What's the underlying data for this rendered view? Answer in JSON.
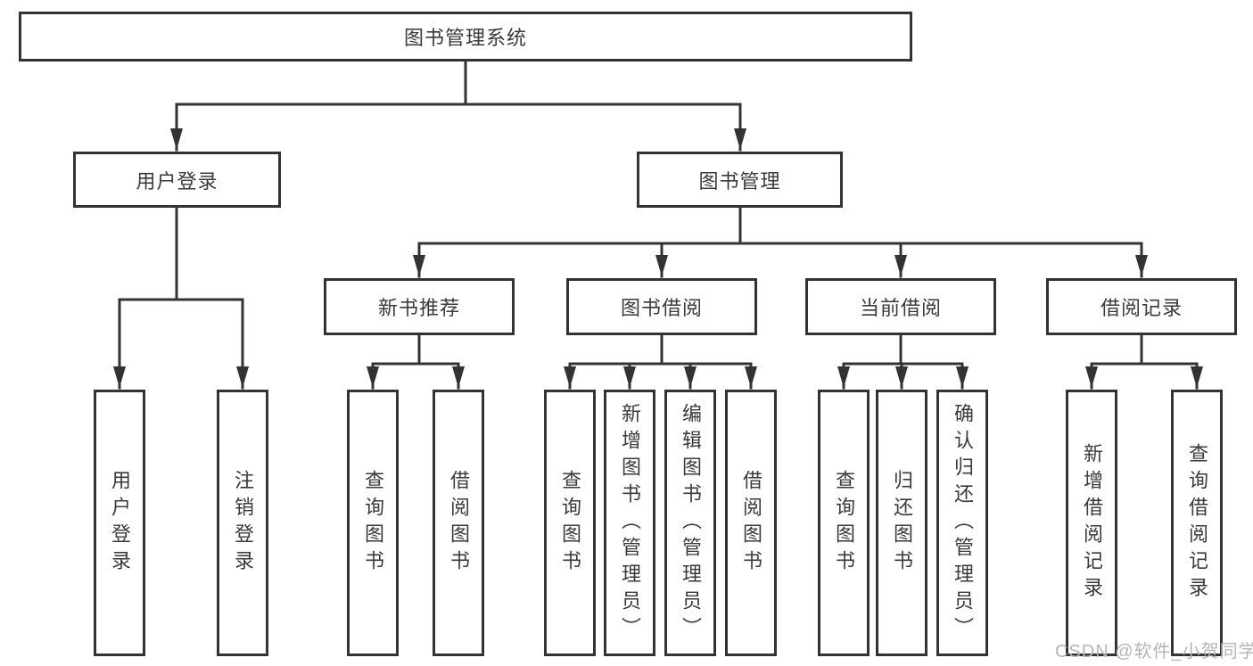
{
  "diagram": {
    "title": "图书管理系统",
    "root": {
      "label": "图书管理系统"
    },
    "level2": [
      {
        "id": "user-login",
        "label": "用户登录",
        "parent": "图书管理系统"
      },
      {
        "id": "book-management",
        "label": "图书管理",
        "parent": "图书管理系统"
      }
    ],
    "level3": [
      {
        "id": "new-book-recommend",
        "label": "新书推荐",
        "parent": "图书管理"
      },
      {
        "id": "book-borrow",
        "label": "图书借阅",
        "parent": "图书管理"
      },
      {
        "id": "current-borrow",
        "label": "当前借阅",
        "parent": "图书管理"
      },
      {
        "id": "borrow-records",
        "label": "借阅记录",
        "parent": "图书管理"
      }
    ],
    "leaves": [
      {
        "id": "user-login-leaf",
        "label": "用户登录",
        "parent": "用户登录"
      },
      {
        "id": "logout",
        "label": "注销登录",
        "parent": "用户登录"
      },
      {
        "id": "query-book-recommend",
        "label": "查询图书",
        "parent": "新书推荐"
      },
      {
        "id": "borrow-book-recommend",
        "label": "借阅图书",
        "parent": "新书推荐"
      },
      {
        "id": "query-book-borrow",
        "label": "查询图书",
        "parent": "图书借阅"
      },
      {
        "id": "add-book-admin",
        "label": "新增图书（管理员）",
        "parent": "图书借阅"
      },
      {
        "id": "edit-book-admin",
        "label": "编辑图书（管理员）",
        "parent": "图书借阅"
      },
      {
        "id": "borrow-book",
        "label": "借阅图书",
        "parent": "图书借阅"
      },
      {
        "id": "query-book-current",
        "label": "查询图书",
        "parent": "当前借阅"
      },
      {
        "id": "return-book",
        "label": "归还图书",
        "parent": "当前借阅"
      },
      {
        "id": "confirm-return-admin",
        "label": "确认归还（管理员）",
        "parent": "当前借阅"
      },
      {
        "id": "add-borrow-record",
        "label": "新增借阅记录",
        "parent": "借阅记录"
      },
      {
        "id": "query-borrow-record",
        "label": "查询借阅记录",
        "parent": "借阅记录"
      }
    ]
  },
  "watermark": {
    "text": "CSDN @软件_小贺同学"
  },
  "colors": {
    "line": "#333333",
    "box_border": "#333333",
    "text": "#3a3a3a",
    "watermark": "#b5b5b5",
    "background": "#ffffff"
  }
}
